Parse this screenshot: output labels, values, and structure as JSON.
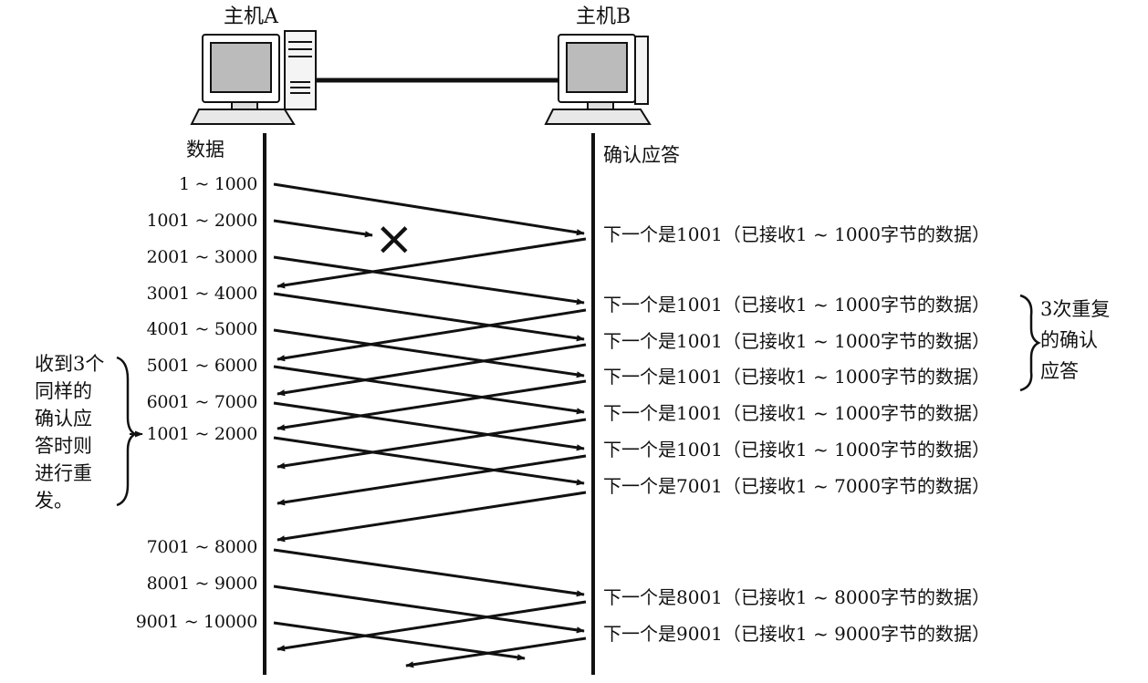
{
  "hosts": {
    "a": "主机A",
    "b": "主机B"
  },
  "column_headers": {
    "data": "数据",
    "ack": "确认应答"
  },
  "segments": [
    "1 ~ 1000",
    "1001 ~ 2000",
    "2001 ~ 3000",
    "3001 ~ 4000",
    "4001 ~ 5000",
    "5001 ~ 6000",
    "6001 ~ 7000",
    "1001 ~ 2000",
    "7001 ~ 8000",
    "8001 ~ 9000",
    "9001 ~ 10000"
  ],
  "acks": [
    "下一个是1001（已接收1 ~ 1000字节的数据）",
    "下一个是1001（已接收1 ~ 1000字节的数据）",
    "下一个是1001（已接收1 ~ 1000字节的数据）",
    "下一个是1001（已接收1 ~ 1000字节的数据）",
    "下一个是1001（已接收1 ~ 1000字节的数据）",
    "下一个是1001（已接收1 ~ 1000字节的数据）",
    "下一个是7001（已接收1 ~ 7000字节的数据）",
    "下一个是8001（已接收1 ~ 8000字节的数据）",
    "下一个是9001（已接收1 ~ 9000字节的数据）"
  ],
  "notes": {
    "duplicate_acks": [
      "3次重复",
      "的确认",
      "应答"
    ],
    "retransmit": [
      "收到3个",
      "同样的",
      "确认应",
      "答时则",
      "进行重",
      "发。"
    ]
  },
  "lost_marker": "×"
}
